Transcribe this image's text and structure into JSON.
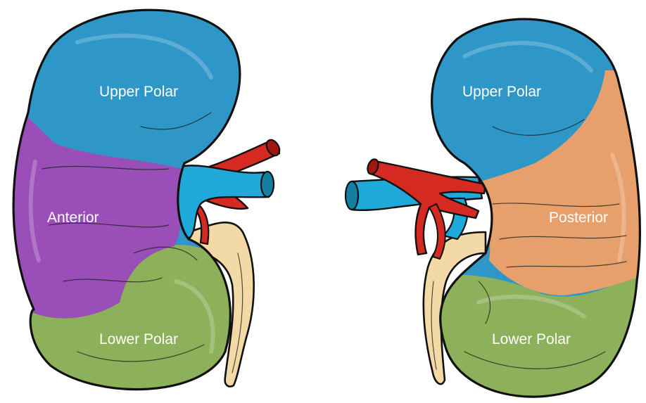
{
  "colors": {
    "upper_polar": "#2f97c8",
    "lower_polar": "#8db05a",
    "anterior": "#9a4fb8",
    "posterior": "#e7a06c",
    "artery": "#d42a22",
    "vein": "#1fa9d8",
    "ureter": "#f2d9a6",
    "label_text": "#ffffff"
  },
  "left_kidney": {
    "upper_label": "Upper Polar",
    "middle_label": "Anterior",
    "lower_label": "Lower Polar"
  },
  "right_kidney": {
    "upper_label": "Upper Polar",
    "middle_label": "Posterior",
    "lower_label": "Lower Polar"
  }
}
